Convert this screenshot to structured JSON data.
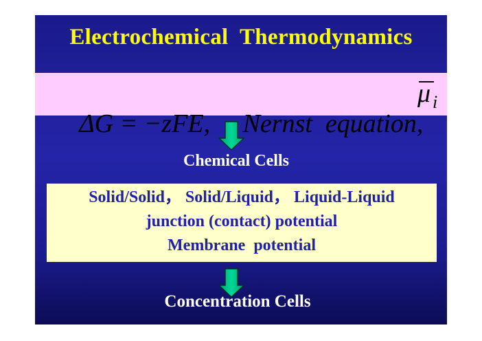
{
  "slide": {
    "title": "Electrochemical  Thermodynamics",
    "equation": {
      "text": "ΔG = −zFE,     Nernst  equation,",
      "mu_symbol": "μ",
      "mu_subscript": "i"
    },
    "step1": {
      "arrow_icon": "down-arrow-icon",
      "label": "Chemical Cells"
    },
    "box": {
      "line1": "Solid/Solid， Solid/Liquid， Liquid-Liquid",
      "line2": "junction (contact) potential",
      "line3": "Membrane  potential"
    },
    "step2": {
      "arrow_icon": "down-arrow-icon",
      "label": "Concentration Cells"
    }
  },
  "colors": {
    "background": "#1a1a8c",
    "title": "#ffff00",
    "equation_band": "#ffccff",
    "box": "#ffffcc",
    "box_text": "#2020a8",
    "arrow_fill": "#00c890"
  }
}
